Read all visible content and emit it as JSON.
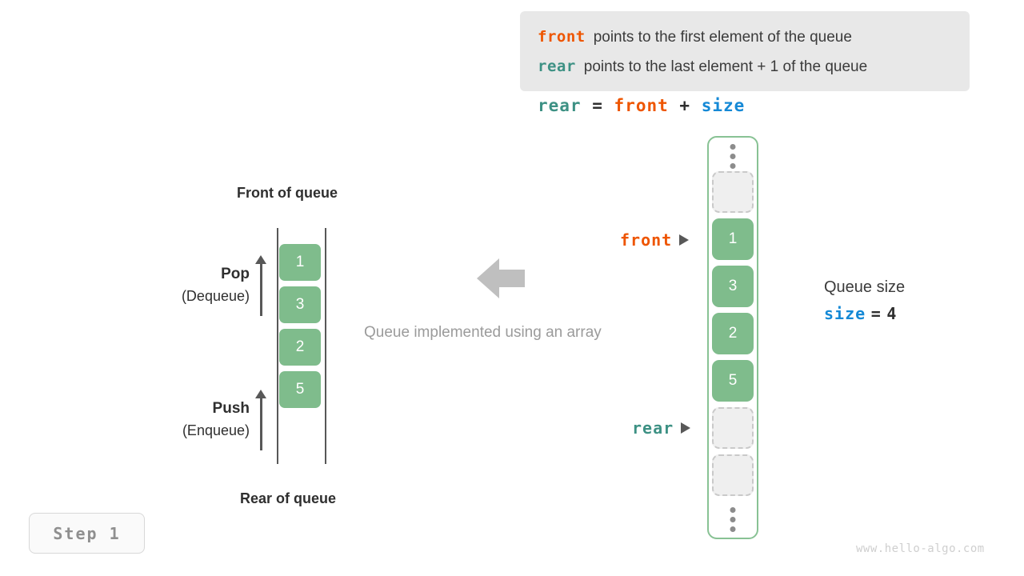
{
  "legend": {
    "lines": [
      {
        "keyword": "front",
        "text": "points to the first element of the queue",
        "color": "#ee5500"
      },
      {
        "keyword": "rear",
        "text": "points to the last element + 1 of the queue",
        "color": "#3d9184"
      }
    ],
    "background": "#e8e8e8"
  },
  "formula": {
    "lhs": "rear",
    "equals": "=",
    "rhs1": "front",
    "plus": "+",
    "rhs2": "size"
  },
  "left_queue": {
    "front_label": "Front of queue",
    "rear_label": "Rear of queue",
    "pop": {
      "name": "Pop",
      "sub": "(Dequeue)"
    },
    "push": {
      "name": "Push",
      "sub": "(Enqueue)"
    },
    "cells": [
      "1",
      "3",
      "2",
      "5"
    ],
    "cell_color": "#7fbc8c"
  },
  "center": {
    "caption": "Queue implemented using an array",
    "arrow_direction": "left",
    "arrow_color": "#bfbfbf"
  },
  "array": {
    "border_color": "#88c294",
    "slots": [
      {
        "type": "ellipsis"
      },
      {
        "type": "empty",
        "value": ""
      },
      {
        "type": "filled",
        "value": "1"
      },
      {
        "type": "filled",
        "value": "3"
      },
      {
        "type": "filled",
        "value": "2"
      },
      {
        "type": "filled",
        "value": "5"
      },
      {
        "type": "empty",
        "value": ""
      },
      {
        "type": "empty",
        "value": ""
      },
      {
        "type": "ellipsis"
      }
    ],
    "pointers": {
      "front": "front",
      "rear": "rear"
    }
  },
  "queue_size": {
    "title": "Queue size",
    "var": "size",
    "equals": "=",
    "value": "4"
  },
  "step_badge": "Step 1",
  "watermark": "www.hello-algo.com"
}
